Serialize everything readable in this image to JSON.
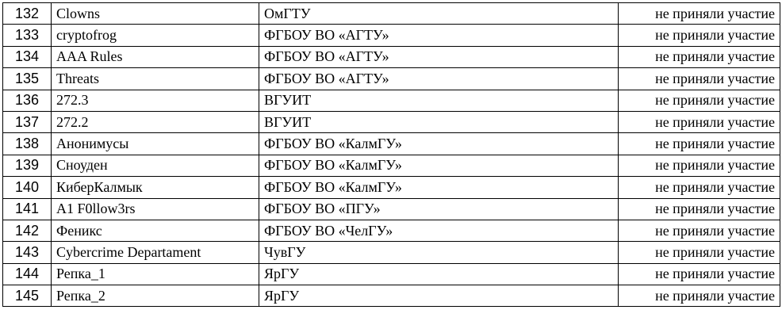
{
  "table": {
    "rows": [
      {
        "num": "132",
        "team": "Clowns",
        "org": "ОмГТУ",
        "status": "не приняли участие"
      },
      {
        "num": "133",
        "team": "cryptofrog",
        "org": "ФГБОУ ВО «АГТУ»",
        "status": "не приняли участие"
      },
      {
        "num": "134",
        "team": "AAA Rules",
        "org": "ФГБОУ ВО «АГТУ»",
        "status": "не приняли участие"
      },
      {
        "num": "135",
        "team": "Threats",
        "org": "ФГБОУ ВО «АГТУ»",
        "status": "не приняли участие"
      },
      {
        "num": "136",
        "team": "272.3",
        "org": "ВГУИТ",
        "status": "не приняли участие"
      },
      {
        "num": "137",
        "team": "272.2",
        "org": "ВГУИТ",
        "status": "не приняли участие"
      },
      {
        "num": "138",
        "team": "Анонимусы",
        "org": "ФГБОУ ВО «КалмГУ»",
        "status": "не приняли участие"
      },
      {
        "num": "139",
        "team": "Сноуден",
        "org": "ФГБОУ ВО «КалмГУ»",
        "status": "не приняли участие"
      },
      {
        "num": "140",
        "team": "КиберКалмык",
        "org": "ФГБОУ ВО «КалмГУ»",
        "status": "не приняли участие"
      },
      {
        "num": "141",
        "team": "A1 F0llow3rs",
        "org": "ФГБОУ ВО «ПГУ»",
        "status": "не приняли участие"
      },
      {
        "num": "142",
        "team": "Феникс",
        "org": "ФГБОУ ВО «ЧелГУ»",
        "status": "не приняли участие"
      },
      {
        "num": "143",
        "team": "Cybercrime Departament",
        "org": "ЧувГУ",
        "status": "не приняли участие"
      },
      {
        "num": "144",
        "team": "Репка_1",
        "org": "ЯрГУ",
        "status": "не приняли участие"
      },
      {
        "num": "145",
        "team": "Репка_2",
        "org": "ЯрГУ",
        "status": "не приняли участие"
      }
    ]
  }
}
